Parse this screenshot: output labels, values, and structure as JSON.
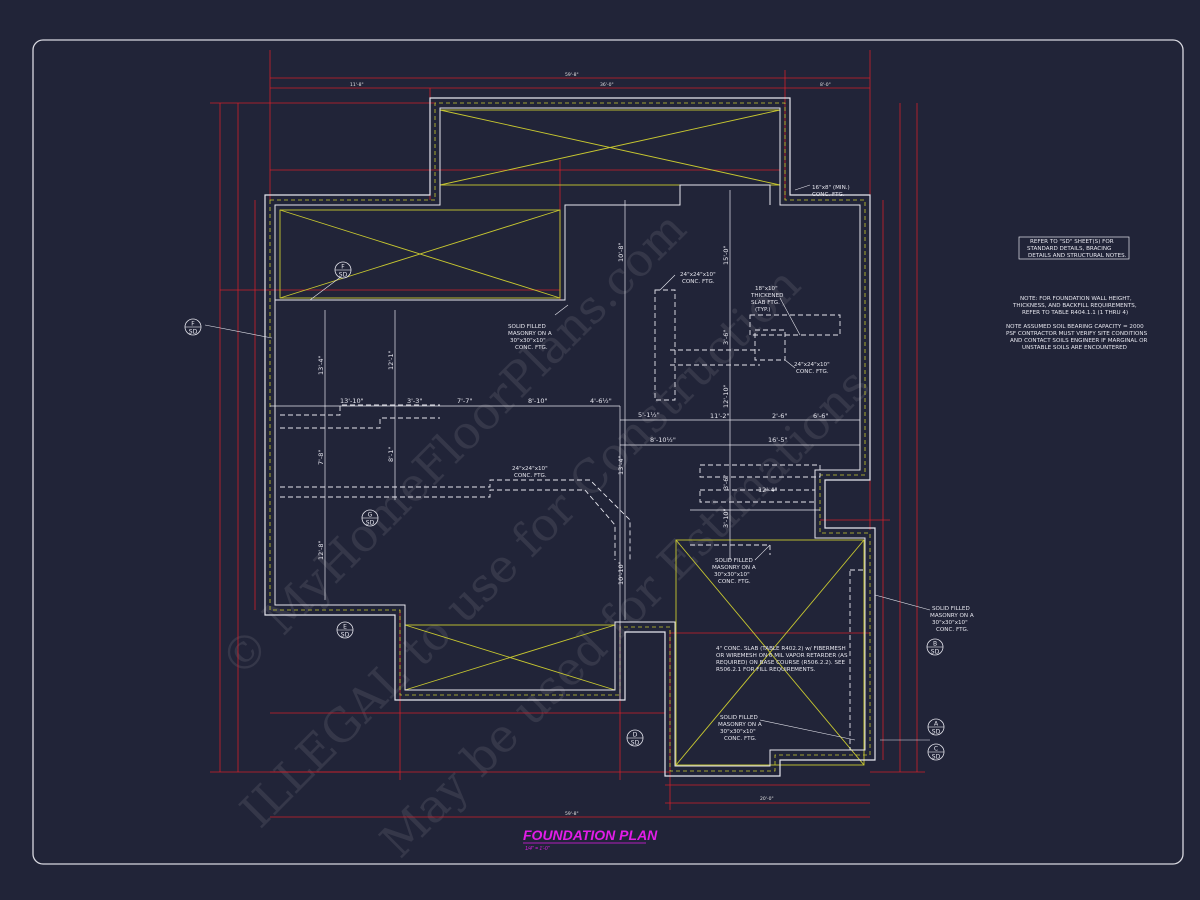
{
  "title": {
    "name": "FOUNDATION PLAN",
    "scale": "1/4\" = 1'-0\""
  },
  "watermark": [
    "© MyHomeFloorPlans.com",
    "ILLEGAL to use for Construction",
    "May be used for Estimations"
  ],
  "notes": {
    "refer_box": [
      "REFER TO \"SD\" SHEET(S) FOR",
      "STANDARD DETAILS, BRACING",
      "DETAILS AND STRUCTURAL NOTES."
    ],
    "wall_note": [
      "NOTE: FOR FOUNDATION WALL HEIGHT,",
      "THICKNESS, AND BACKFILL REQUIREMENTS,",
      "REFER TO TABLE R404.1.1 (1 THRU 4)"
    ],
    "soil_note": [
      "NOTE ASSUMED SOIL BEARING CAPACITY = 2000",
      "PSF CONTRACTOR MUST VERIFY SITE CONDITIONS",
      "AND CONTACT SOILS ENGINEER IF MARGINAL OR",
      "UNSTABLE SOILS ARE ENCOUNTERED"
    ]
  },
  "callouts": {
    "ftg_16x8": [
      "16\"x8\" (MIN.)",
      "CONC. FTG."
    ],
    "ftg_24_a": [
      "24\"x24\"x10\"",
      "CONC. FTG."
    ],
    "thick_slab": [
      "18\"x10\"",
      "THICKENED",
      "SLAB FTG.",
      "(TYP.)"
    ],
    "ftg_24_b": [
      "24\"x24\"x10\"",
      "CONC. FTG."
    ],
    "ftg_24_c": [
      "24\"x24\"x10\"",
      "CONC. FTG."
    ],
    "masonry_a": [
      "SOLID FILLED",
      "MASONRY ON A",
      "30\"x30\"x10\"",
      "CONC. FTG."
    ],
    "masonry_b": [
      "SOLID FILLED",
      "MASONRY ON A",
      "30\"x30\"x10\"",
      "CONC. FTG."
    ],
    "masonry_c": [
      "SOLID FILLED",
      "MASONRY ON A",
      "30\"x30\"x10\"",
      "CONC. FTG."
    ],
    "masonry_d": [
      "SOLID FILLED",
      "MASONRY ON A",
      "30\"x30\"x10\"",
      "CONC. FTG."
    ],
    "slab": [
      "4\" CONC. SLAB (TABLE R402.2) w/ FIBERMESH",
      "OR WIREMESH ON 6 MIL VAPOR RETARDER (AS",
      "REQUIRED) ON BASE COURSE (R506.2.2). SEE",
      "R506.2.1 FOR FILL REQUIREMENTS."
    ]
  },
  "dimensions": [
    "13'-10\"",
    "3'-3\"",
    "7'-7\"",
    "8'-10\"",
    "4'-6½\"",
    "5'-1½\"",
    "11'-2\"",
    "2'-6\"",
    "6'-6\"",
    "8'-10½\"",
    "16'-5\"",
    "7'-8\"",
    "8'-1\"",
    "13'-4\"",
    "12'-1\"",
    "10'-8\"",
    "15'-0\"",
    "3'-6\"",
    "12'-10\"",
    "13'-4\"",
    "12'-8\"",
    "10'-10\"",
    "3'-6\"",
    "12'-4\"",
    "3'-10\""
  ],
  "sections": [
    {
      "letter": "F",
      "sheet": "SD"
    },
    {
      "letter": "F",
      "sheet": "SD"
    },
    {
      "letter": "G",
      "sheet": "SD"
    },
    {
      "letter": "E",
      "sheet": "SD"
    },
    {
      "letter": "D",
      "sheet": "SD"
    },
    {
      "letter": "B",
      "sheet": "SD"
    },
    {
      "letter": "A",
      "sheet": "SD"
    },
    {
      "letter": "C",
      "sheet": "SD"
    }
  ],
  "colors": {
    "background": "#212438",
    "wall": "#e6e6ee",
    "dimension": "#d0202a",
    "hatch": "#c8c830",
    "title": "#e21ce8"
  }
}
